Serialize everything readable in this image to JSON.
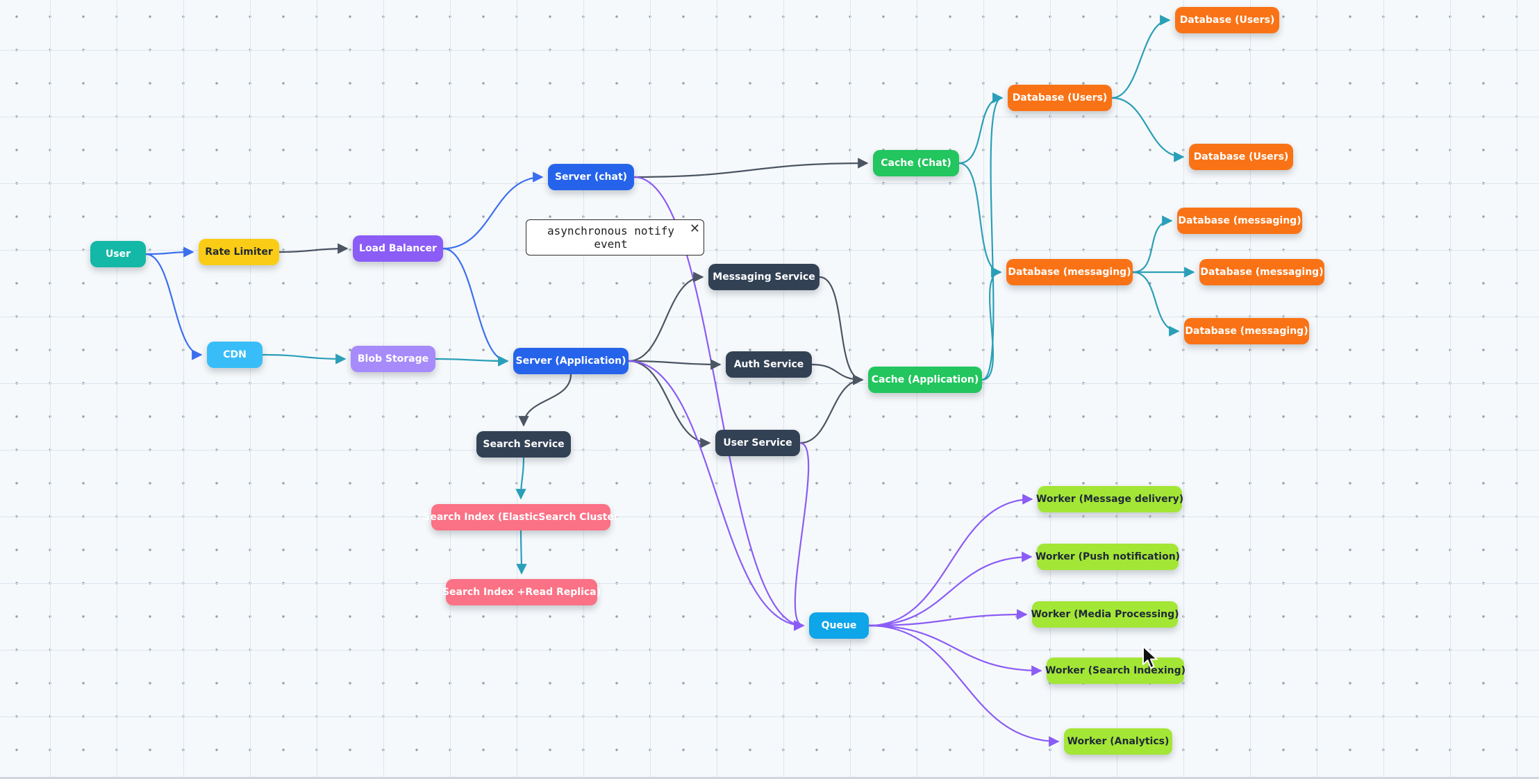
{
  "diagram": {
    "nodes": [
      {
        "id": "user",
        "label": "User",
        "color": "#14b8a6",
        "text_color": "#ffffff"
      },
      {
        "id": "rate_limiter",
        "label": "Rate Limiter",
        "color": "#facc15",
        "text_color": "#1f2937"
      },
      {
        "id": "load_balancer",
        "label": "Load Balancer",
        "color": "#8b5cf6",
        "text_color": "#ffffff"
      },
      {
        "id": "cdn",
        "label": "CDN",
        "color": "#38bdf8",
        "text_color": "#ffffff"
      },
      {
        "id": "blob_storage",
        "label": "Blob Storage",
        "color": "#a78bfa",
        "text_color": "#ffffff"
      },
      {
        "id": "server_chat",
        "label": "Server (chat)",
        "color": "#2563eb",
        "text_color": "#ffffff"
      },
      {
        "id": "server_app",
        "label": "Server (Application)",
        "color": "#2563eb",
        "text_color": "#ffffff"
      },
      {
        "id": "search_service",
        "label": "Search Service",
        "color": "#334155",
        "text_color": "#ffffff"
      },
      {
        "id": "search_index",
        "label": "Search Index (ElasticSearch Cluster",
        "color": "#fb7185",
        "text_color": "#ffffff"
      },
      {
        "id": "search_replica",
        "label": "Search Index +Read Replica)",
        "color": "#fb7185",
        "text_color": "#ffffff"
      },
      {
        "id": "messaging_service",
        "label": "Messaging Service",
        "color": "#334155",
        "text_color": "#ffffff"
      },
      {
        "id": "auth_service",
        "label": "Auth Service",
        "color": "#334155",
        "text_color": "#ffffff"
      },
      {
        "id": "user_service",
        "label": "User Service",
        "color": "#334155",
        "text_color": "#ffffff"
      },
      {
        "id": "cache_chat",
        "label": "Cache (Chat)",
        "color": "#22c55e",
        "text_color": "#ffffff"
      },
      {
        "id": "cache_app",
        "label": "Cache (Application)",
        "color": "#22c55e",
        "text_color": "#ffffff"
      },
      {
        "id": "db_users_main",
        "label": "Database (Users)",
        "color": "#f97316",
        "text_color": "#ffffff"
      },
      {
        "id": "db_users_1",
        "label": "Database (Users)",
        "color": "#f97316",
        "text_color": "#ffffff"
      },
      {
        "id": "db_users_2",
        "label": "Database (Users)",
        "color": "#f97316",
        "text_color": "#ffffff"
      },
      {
        "id": "db_msg_main",
        "label": "Database (messaging)",
        "color": "#f97316",
        "text_color": "#ffffff"
      },
      {
        "id": "db_msg_1",
        "label": "Database (messaging)",
        "color": "#f97316",
        "text_color": "#ffffff"
      },
      {
        "id": "db_msg_2",
        "label": "Database (messaging)",
        "color": "#f97316",
        "text_color": "#ffffff"
      },
      {
        "id": "db_msg_3",
        "label": "Database (messaging)",
        "color": "#f97316",
        "text_color": "#ffffff"
      },
      {
        "id": "queue",
        "label": "Queue",
        "color": "#0ea5e9",
        "text_color": "#ffffff"
      },
      {
        "id": "worker_delivery",
        "label": "Worker (Message delivery)",
        "color": "#a3e635",
        "text_color": "#1f2937"
      },
      {
        "id": "worker_push",
        "label": "Worker (Push notification)",
        "color": "#a3e635",
        "text_color": "#1f2937"
      },
      {
        "id": "worker_media",
        "label": "Worker (Media Processing)",
        "color": "#a3e635",
        "text_color": "#1f2937"
      },
      {
        "id": "worker_search",
        "label": "Worker (Search Indexing)",
        "color": "#a3e635",
        "text_color": "#1f2937"
      },
      {
        "id": "worker_analytics",
        "label": "Worker (Analytics)",
        "color": "#a3e635",
        "text_color": "#1f2937"
      }
    ],
    "edges": [
      {
        "from": "user",
        "to": "rate_limiter",
        "color": "#3b6ff0"
      },
      {
        "from": "user",
        "to": "cdn",
        "color": "#3b6ff0"
      },
      {
        "from": "rate_limiter",
        "to": "load_balancer",
        "color": "#4b5563"
      },
      {
        "from": "cdn",
        "to": "blob_storage",
        "color": "#2a9fb8"
      },
      {
        "from": "load_balancer",
        "to": "server_chat",
        "color": "#3b6ff0"
      },
      {
        "from": "load_balancer",
        "to": "server_app",
        "color": "#3b6ff0"
      },
      {
        "from": "blob_storage",
        "to": "server_app",
        "color": "#2a9fb8"
      },
      {
        "from": "server_chat",
        "to": "cache_chat",
        "color": "#4b5563"
      },
      {
        "from": "server_chat",
        "to": "queue",
        "color": "#8b5cf6"
      },
      {
        "from": "server_app",
        "to": "messaging_service",
        "color": "#4b5563"
      },
      {
        "from": "server_app",
        "to": "auth_service",
        "color": "#4b5563"
      },
      {
        "from": "server_app",
        "to": "user_service",
        "color": "#4b5563"
      },
      {
        "from": "server_app",
        "to": "search_service",
        "color": "#4b5563"
      },
      {
        "from": "server_app",
        "to": "queue",
        "color": "#8b5cf6"
      },
      {
        "from": "search_service",
        "to": "search_index",
        "color": "#2a9fb8"
      },
      {
        "from": "search_index",
        "to": "search_replica",
        "color": "#2a9fb8"
      },
      {
        "from": "messaging_service",
        "to": "cache_app",
        "color": "#4b5563"
      },
      {
        "from": "auth_service",
        "to": "cache_app",
        "color": "#4b5563"
      },
      {
        "from": "user_service",
        "to": "cache_app",
        "color": "#4b5563"
      },
      {
        "from": "user_service",
        "to": "queue",
        "color": "#8b5cf6"
      },
      {
        "from": "cache_chat",
        "to": "db_users_main",
        "color": "#2a9fb8"
      },
      {
        "from": "cache_chat",
        "to": "db_msg_main",
        "color": "#2a9fb8"
      },
      {
        "from": "cache_app",
        "to": "db_users_main",
        "color": "#2a9fb8"
      },
      {
        "from": "cache_app",
        "to": "db_msg_main",
        "color": "#2a9fb8"
      },
      {
        "from": "db_users_main",
        "to": "db_users_1",
        "color": "#2a9fb8"
      },
      {
        "from": "db_users_main",
        "to": "db_users_2",
        "color": "#2a9fb8"
      },
      {
        "from": "db_msg_main",
        "to": "db_msg_1",
        "color": "#2a9fb8"
      },
      {
        "from": "db_msg_main",
        "to": "db_msg_2",
        "color": "#2a9fb8"
      },
      {
        "from": "db_msg_main",
        "to": "db_msg_3",
        "color": "#2a9fb8"
      },
      {
        "from": "queue",
        "to": "worker_delivery",
        "color": "#8b5cf6"
      },
      {
        "from": "queue",
        "to": "worker_push",
        "color": "#8b5cf6"
      },
      {
        "from": "queue",
        "to": "worker_media",
        "color": "#8b5cf6"
      },
      {
        "from": "queue",
        "to": "worker_search",
        "color": "#8b5cf6"
      },
      {
        "from": "queue",
        "to": "worker_analytics",
        "color": "#8b5cf6"
      }
    ],
    "comment": {
      "text": "asynchronous notify event",
      "close_icon": "close-icon"
    }
  },
  "colors": {
    "canvas_bg": "#f6f9fb",
    "grid_line": "#dce5ee",
    "grid_dot": "#9aa3ad"
  }
}
